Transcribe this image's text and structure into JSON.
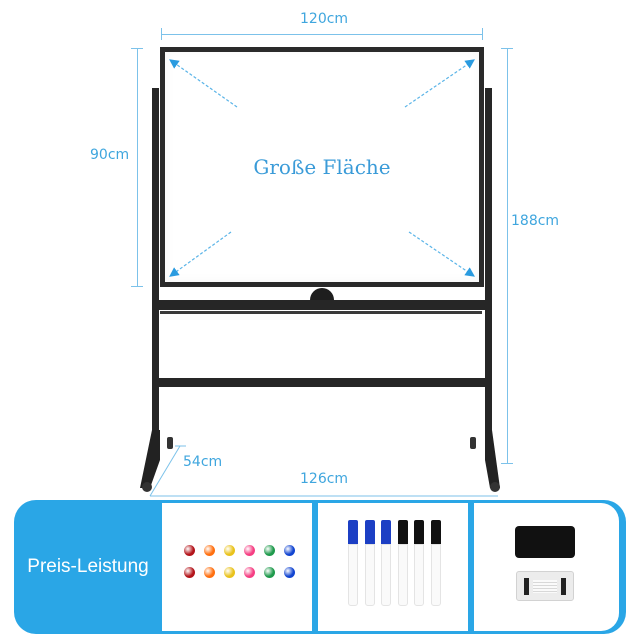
{
  "dimensions": {
    "board_width": "120cm",
    "board_height": "90cm",
    "total_height": "188cm",
    "base_depth": "54cm",
    "base_width": "126cm"
  },
  "board": {
    "headline": "Große Fläche"
  },
  "accessories_panel": {
    "label": "Preis-Leistung",
    "magnets": {
      "rows": 2,
      "colors": [
        "#b3141a",
        "#ff6f0f",
        "#e9c21c",
        "#f53f83",
        "#1f9a4c",
        "#1245d1"
      ]
    },
    "markers": {
      "cap_colors": [
        "#1c3fc4",
        "#1c3fc4",
        "#1c3fc4",
        "#111111",
        "#111111",
        "#111111"
      ]
    },
    "eraser": {
      "items": [
        "eraser-top",
        "eraser-bottom"
      ]
    }
  },
  "colors": {
    "accent": "#2aa6e6",
    "dimension_text": "#3fa6de",
    "frame": "#2a2a2a"
  }
}
